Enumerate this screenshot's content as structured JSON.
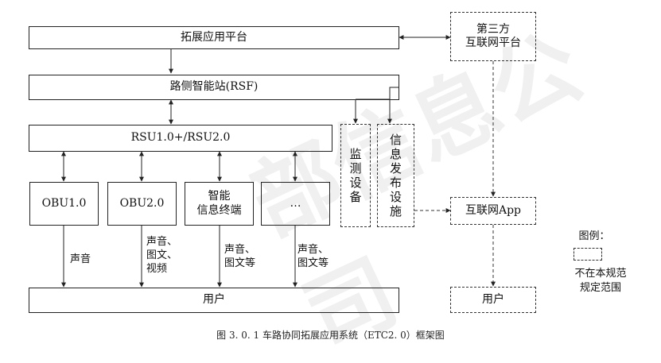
{
  "platform": "拓展应用平台",
  "third_party": "第三方\n互联网平台",
  "rsf": "路侧智能站(RSF)",
  "rsu": "RSU1.0+/RSU2.0",
  "monitor": [
    "监",
    "测",
    "设",
    "备"
  ],
  "info_pub": [
    "信",
    "息",
    "发",
    "布",
    "设",
    "施"
  ],
  "obu1": "OBU1.0",
  "obu2": "OBU2.0",
  "smart_terminal": "智能\n信息终端",
  "more": "…",
  "internet_app": "互联网App",
  "user_main": "用户",
  "user_right": "用户",
  "edge_labels": {
    "obu1": "声音",
    "obu2": "声音、\n图文、\n视频",
    "smart": "声音、\n图文等",
    "more": "声音、\n图文等"
  },
  "legend": {
    "title": "图例：",
    "note": "不在本规范\n规定范围"
  },
  "caption": "图 3. 0. 1   车路协同拓展应用系统（ETC2. 0）框架图",
  "watermark": "部信息公司"
}
